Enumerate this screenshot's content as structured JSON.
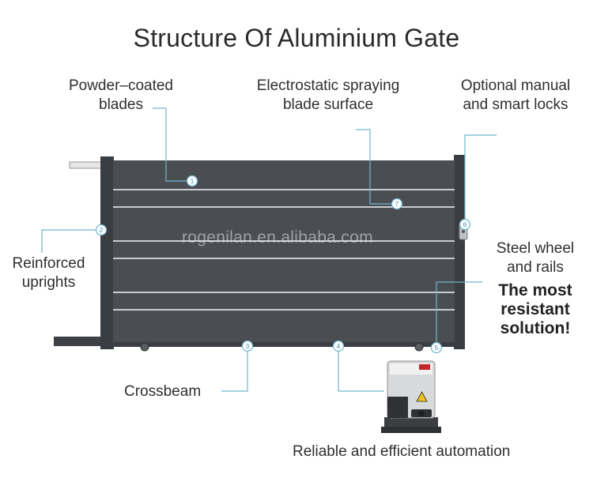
{
  "title": "Structure Of Aluminium Gate",
  "watermark": "rogenilan.en.alibaba.com",
  "labels": {
    "powder_coated": [
      "Powder–coated",
      "blades"
    ],
    "electrostatic": [
      "Electrostatic spraying",
      "blade surface"
    ],
    "locks": [
      "Optional manual",
      "and smart locks"
    ],
    "reinforced": [
      "Reinforced",
      "uprights"
    ],
    "steel_wheel": [
      "Steel wheel",
      "and rails"
    ],
    "resistant": [
      "The most",
      "resistant",
      "solution!"
    ],
    "crossbeam": "Crossbeam",
    "automation": "Reliable and efficient automation"
  },
  "markers": [
    "1",
    "2",
    "3",
    "4",
    "5",
    "6",
    "7"
  ],
  "colors": {
    "gate_panel": "#4a4d52",
    "gate_frame": "#3a3d42",
    "blade_line": "#c9cbcf",
    "leader": "#6fb6cf",
    "text": "#2f2f2f"
  }
}
